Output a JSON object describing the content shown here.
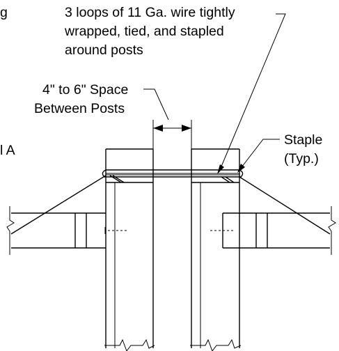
{
  "labels": {
    "left_edge_1": "g",
    "left_edge_2": "l A",
    "wire_line1": "3 loops of 11 Ga. wire tightly",
    "wire_line2": "wrapped, tied, and stapled",
    "wire_line3": "around posts",
    "space_line1": "4\" to 6\" Space",
    "space_line2": "Between Posts",
    "staple_line1": "Staple",
    "staple_line2": "(Typ.)"
  }
}
